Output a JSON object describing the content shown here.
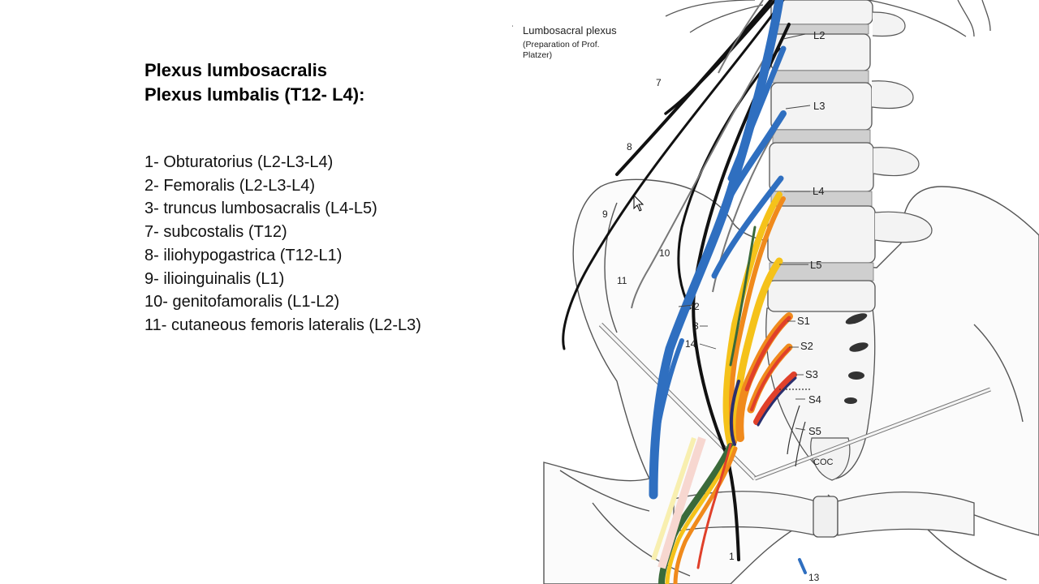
{
  "slide": {
    "title_line1": "Plexus lumbosacralis",
    "title_line2": "Plexus lumbalis (T12- L4):",
    "items": [
      "1- Obturatorius (L2-L3-L4)",
      "2- Femoralis (L2-L3-L4)",
      "3- truncus lumbosacralis (L4-L5)",
      "7- subcostalis (T12)",
      "8- iliohypogastrica (T12-L1)",
      "9- ilioinguinalis (L1)",
      "10- genitofamoralis (L1-L2)",
      "11- cutaneous femoris lateralis (L2-L3)"
    ]
  },
  "figure": {
    "caption_title": "Lumbosacral plexus",
    "caption_sub1": "(Preparation of Prof.",
    "caption_sub2": "Platzer)",
    "vertebra_labels": [
      "L2",
      "L3",
      "L4",
      "L5",
      "S1",
      "S2",
      "S3",
      "S4",
      "S5",
      "COC"
    ],
    "nerve_numbers": [
      "7",
      "8",
      "9",
      "10",
      "11",
      "2",
      "3",
      "14",
      "1",
      "13"
    ],
    "colors": {
      "nerve_blue": "#2f6fc0",
      "nerve_black": "#111111",
      "nerve_orange": "#f08a1c",
      "nerve_red": "#e0402a",
      "nerve_yellow": "#f5c21a",
      "nerve_navy": "#2b2f6e",
      "nerve_green": "#3a6a3a",
      "bone_outline": "#555555",
      "disc_gray": "#cfcfcf"
    }
  }
}
